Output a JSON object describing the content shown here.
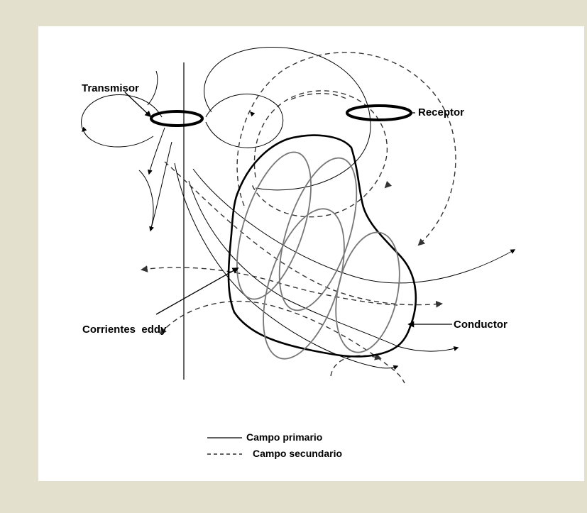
{
  "labels": {
    "transmisor": "Transmisor",
    "receptor": "Receptor",
    "corrientes": "Corrientes  eddy",
    "conductor": "Conductor"
  },
  "legend": {
    "primary": "Campo primario",
    "secondary": "Campo secundario"
  },
  "colors": {
    "background": "#e3e0cd",
    "panel": "#ffffff",
    "primary_line": "#000000",
    "secondary_line": "#555555",
    "eddy_line": "#777777"
  }
}
